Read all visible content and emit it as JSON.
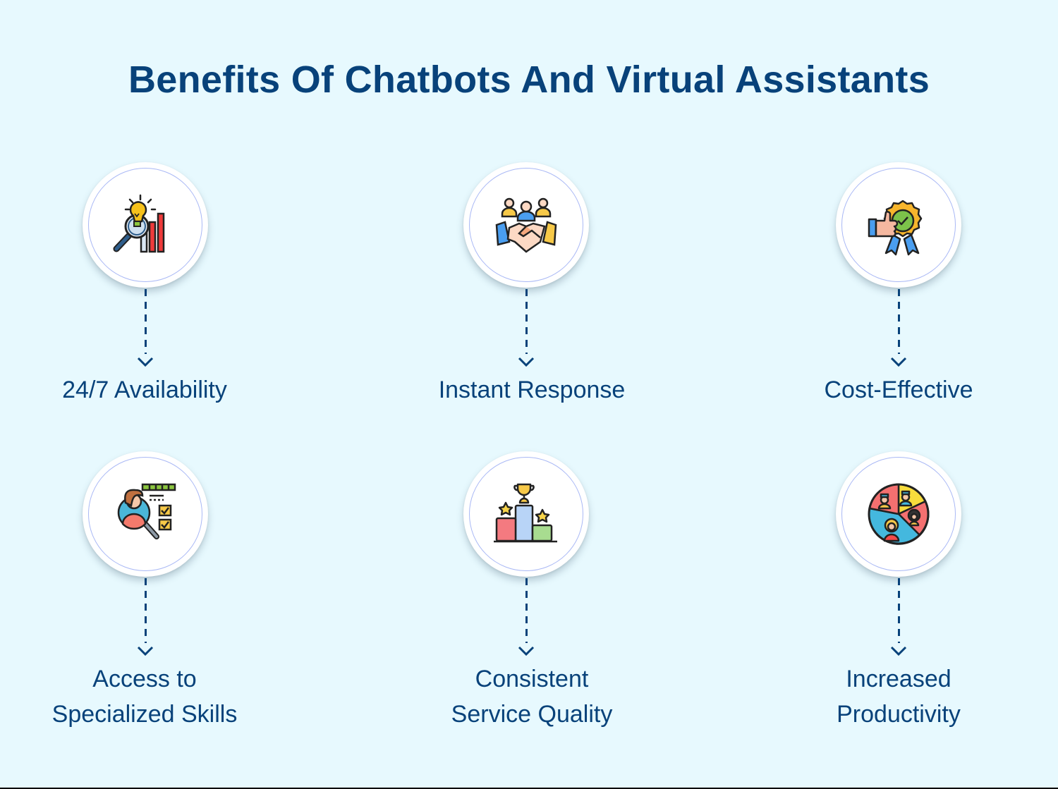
{
  "title": "Benefits Of Chatbots And Virtual Assistants",
  "colors": {
    "background": "#e7f9fe",
    "text": "#08427a",
    "circle_ring": "#a9b8f5",
    "connector": "#08427a"
  },
  "benefits": [
    {
      "label_line1": "24/7 Availability",
      "label_line2": "",
      "icon": "lightbulb-analytics-icon"
    },
    {
      "label_line1": "Instant Response",
      "label_line2": "",
      "icon": "handshake-team-icon"
    },
    {
      "label_line1": "Cost-Effective",
      "label_line2": "",
      "icon": "thumbs-up-badge-icon"
    },
    {
      "label_line1": "Access to",
      "label_line2": "Specialized Skills",
      "icon": "candidate-search-icon"
    },
    {
      "label_line1": "Consistent",
      "label_line2": "Service Quality",
      "icon": "podium-trophy-icon"
    },
    {
      "label_line1": "Increased",
      "label_line2": "Productivity",
      "icon": "team-pie-chart-icon"
    }
  ]
}
